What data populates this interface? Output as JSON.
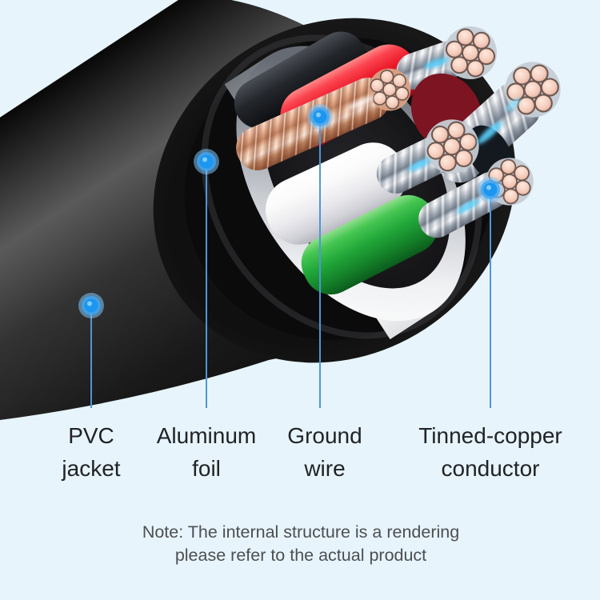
{
  "figure": {
    "type": "annotated-product-rendering",
    "subject": "usb-cable-internal-structure-cutaway",
    "background_color": "#e7f4fc",
    "accent_blue": "#1b96f1",
    "callout_line_color": "#4e96d9",
    "label_text_color": "#212326",
    "note_text_color": "#4d4f52",
    "part_colors": {
      "pvc_jacket": "#1a1a1a",
      "aluminum_foil": "#d9dcdf",
      "ground_wire_copper": "#d29478",
      "tinned_copper_conductor": "#c9cfd8",
      "strand_end": "#f2c9ba",
      "wire_red": "#e81626",
      "wire_white": "#f2f2f4",
      "wire_green": "#1fa33a"
    },
    "callouts": [
      {
        "label_line1": "PVC",
        "label_line2": "jacket"
      },
      {
        "label_line1": "Aluminum",
        "label_line2": "foil"
      },
      {
        "label_line1": "Ground",
        "label_line2": "wire"
      },
      {
        "label_line1": "Tinned-copper",
        "label_line2": "conductor"
      }
    ],
    "note_line1": "Note: The internal structure is a rendering",
    "note_line2": "please refer to the actual product"
  }
}
